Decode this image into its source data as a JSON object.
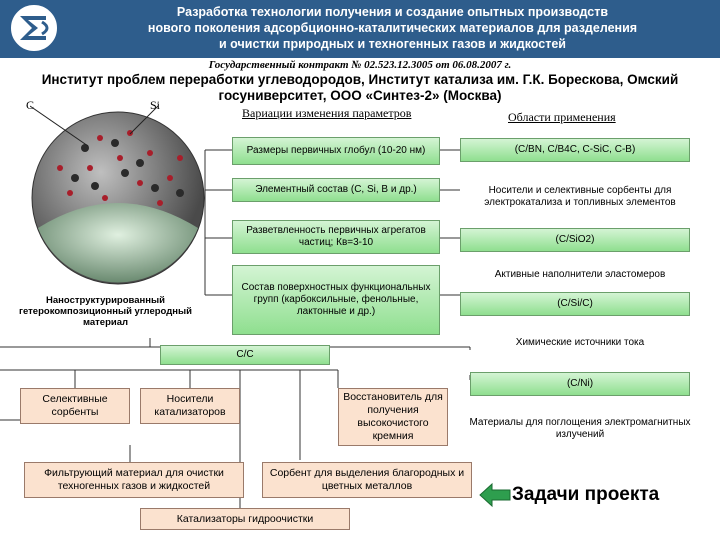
{
  "header": {
    "title_lines": [
      "Разработка технологии получения и создание опытных производств",
      "нового поколения адсорбционно-каталитических материалов для разделения",
      "и очистки природных и техногенных газов и жидкостей"
    ]
  },
  "contract": "Государственный контракт № 02.523.12.3005 от 06.08.2007 г.",
  "institutes": {
    "line1": "Институт проблем переработки углеводородов, Институт катализа им. Г.К. Борескова, Омский",
    "line2": "госуниверситет, ООО «Синтез-2» (Москва)"
  },
  "labels": {
    "c": "C",
    "si": "Si"
  },
  "column_headers": {
    "variations": "Вариации изменения параметров",
    "applications": "Области применения"
  },
  "material_caption": "Наноструктурированный гетерокомпозиционный углеродный материал",
  "parameters": [
    "Размеры первичных глобул (10-20 нм)",
    "Элементный состав (C, Si, B и др.)",
    "Разветвленность первичных агрегатов частиц; Кв=3-10",
    "Состав поверхностных функциональных групп (карбоксильные, фенольные, лактонные и др.)"
  ],
  "applications": [
    {
      "name": "(C/BN, C/B4C, C-SiC, C-B)",
      "style": "green"
    },
    {
      "name": "Носители и селективные сорбенты для электрокатализа и топливных элементов",
      "style": "plain"
    },
    {
      "name": "(C/SiO2)",
      "style": "green"
    },
    {
      "name": "Активные наполнители эластомеров",
      "style": "plain"
    },
    {
      "name": "(C/Si/C)",
      "style": "green"
    },
    {
      "name": "Химические источники тока",
      "style": "plain"
    },
    {
      "name": "(C/Ni)",
      "style": "green"
    },
    {
      "name": "Материалы для поглощения электромагнитных излучений",
      "style": "plain"
    }
  ],
  "cc_label": "C/C",
  "tree": {
    "selective": "Селективные сорбенты",
    "carriers": "Носители катализаторов",
    "restorer": "Восстановитель для получения высокочистого кремния",
    "filter": "Фильтрующий материал для очистки техногенных газов и жидкостей",
    "sorbent": "Сорбент для выделения благородных и цветных металлов",
    "catalysts": "Катализаторы гидроочистки"
  },
  "tasks": "Задачи проекта",
  "colors": {
    "header": "#2e5d8c",
    "green_box": "#8fdf8f",
    "peach_box": "#fbe2cf",
    "arrow": "#2e9e4e"
  }
}
